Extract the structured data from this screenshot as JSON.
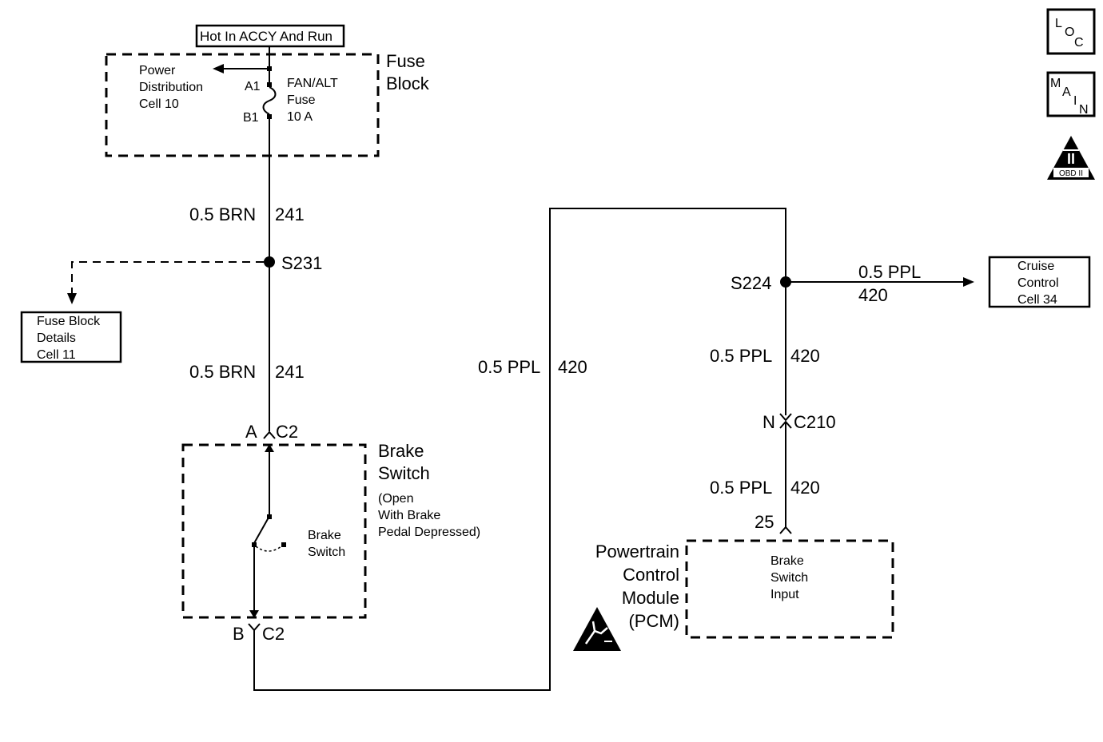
{
  "fuse_block": {
    "hot_label": "Hot In ACCY And Run",
    "title_line1": "Fuse",
    "title_line2": "Block",
    "power_dist_line1": "Power",
    "power_dist_line2": "Distribution",
    "power_dist_line3": "Cell 10",
    "fuse_name_line1": "FAN/ALT",
    "fuse_name_line2": "Fuse",
    "fuse_rating": "10 A",
    "pin_a1": "A1",
    "pin_b1": "B1"
  },
  "wires": {
    "brn_upper_gauge": "0.5 BRN",
    "brn_upper_circuit": "241",
    "brn_lower_gauge": "0.5 BRN",
    "brn_lower_circuit": "241",
    "ppl_center_gauge": "0.5 PPL",
    "ppl_center_circuit": "420",
    "ppl_right_gauge": "0.5 PPL",
    "ppl_right_circuit": "420",
    "ppl_upper_gauge": "0.5 PPL",
    "ppl_upper_circuit": "420",
    "ppl_lower_gauge": "0.5 PPL",
    "ppl_lower_circuit": "420"
  },
  "splices": {
    "s231": "S231",
    "s224": "S224"
  },
  "fuse_block_details": {
    "line1": "Fuse Block",
    "line2": "Details",
    "line3": "Cell 11"
  },
  "cruise_control": {
    "line1": "Cruise",
    "line2": "Control",
    "line3": "Cell 34"
  },
  "brake_switch": {
    "conn_top_pin": "A",
    "conn_top_name": "C2",
    "conn_bottom_pin": "B",
    "conn_bottom_name": "C2",
    "title_line1": "Brake",
    "title_line2": "Switch",
    "note_line1": "(Open",
    "note_line2": "With Brake",
    "note_line3": "Pedal Depressed)",
    "inner_line1": "Brake",
    "inner_line2": "Switch"
  },
  "connector_c210": {
    "pin": "N",
    "name": "C210"
  },
  "pcm": {
    "pin": "25",
    "title_line1": "Powertrain",
    "title_line2": "Control",
    "title_line3": "Module",
    "title_line4": "(PCM)",
    "input_line1": "Brake",
    "input_line2": "Switch",
    "input_line3": "Input"
  },
  "badges": {
    "loc": [
      "L",
      "O",
      "C"
    ],
    "main": [
      "M",
      "A",
      "I",
      "N"
    ],
    "obd_numeral": "II",
    "obd_label": "OBD II"
  }
}
